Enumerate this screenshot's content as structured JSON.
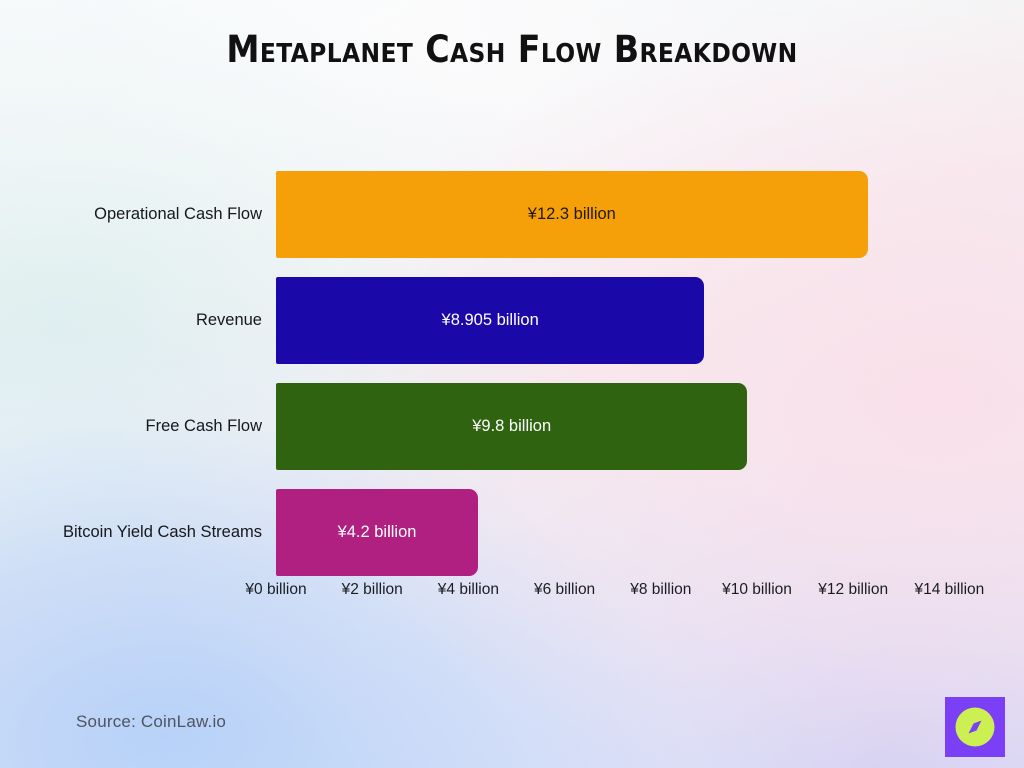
{
  "title": "Metaplanet Cash Flow Breakdown",
  "source": {
    "text": "Source: CoinLaw.io"
  },
  "logo": {
    "name": "coinlaw-compass-logo",
    "square_color": "#7b3ff5",
    "circle_color": "#ccf052",
    "needle_color": "#7b3ff5"
  },
  "colors": {
    "title": "#111111",
    "label": "#16181c",
    "tick": "#1b1d22",
    "source": "#4e5560"
  },
  "chart_data": {
    "type": "bar",
    "orientation": "horizontal",
    "title": "Metaplanet Cash Flow Breakdown",
    "xlabel": "",
    "ylabel": "",
    "xlim": [
      0,
      14.9
    ],
    "grid": false,
    "legend": null,
    "unit": "¥ billion",
    "categories": [
      "Operational Cash Flow",
      "Revenue",
      "Free Cash Flow",
      "Bitcoin Yield Cash Streams"
    ],
    "values": [
      12.3,
      8.905,
      9.8,
      4.2
    ],
    "value_labels": [
      "¥12.3 billion",
      "¥8.905 billion",
      "¥9.8 billion",
      "¥4.2 billion"
    ],
    "bar_colors": [
      "#f5a009",
      "#1a09a8",
      "#2f6310",
      "#b02080"
    ],
    "value_label_colors": [
      "#231a05",
      "#ffffff",
      "#ffffff",
      "#ffffff"
    ],
    "tick_values": [
      0,
      2,
      4,
      6,
      8,
      10,
      12,
      14
    ],
    "tick_labels": [
      "¥0 billion",
      "¥2 billion",
      "¥4 billion",
      "¥6 billion",
      "¥8 billion",
      "¥10 billion",
      "¥12 billion",
      "¥14 billion"
    ]
  }
}
